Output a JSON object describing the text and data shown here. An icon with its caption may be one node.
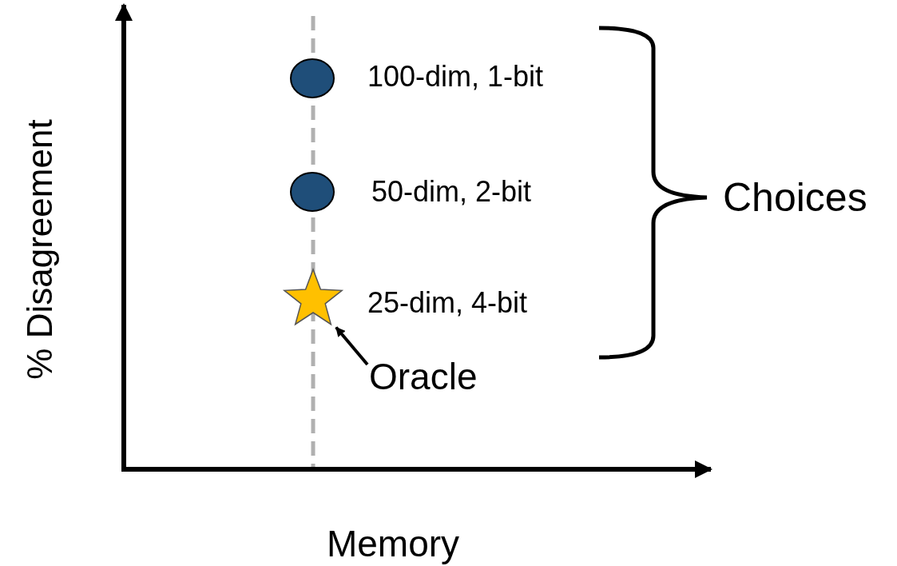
{
  "diagram": {
    "nodes": [
      {
        "text": [],
        "shape": "circle",
        "beside": [
          "100-dim, 1-bit"
        ]
      },
      {
        "text": [],
        "shape": "circle",
        "beside": [
          "50-dim, 2-bit"
        ]
      },
      {
        "text": [],
        "shape": "star",
        "beside": [
          "25-dim, 4-bit"
        ]
      },
      {
        "text": [
          "Oracle"
        ]
      }
    ],
    "edges": [
      {
        "from": 3,
        "to": 2,
        "arrow": "to"
      }
    ],
    "labels": [
      "Choices",
      "% Disagreement",
      "Memory"
    ]
  }
}
